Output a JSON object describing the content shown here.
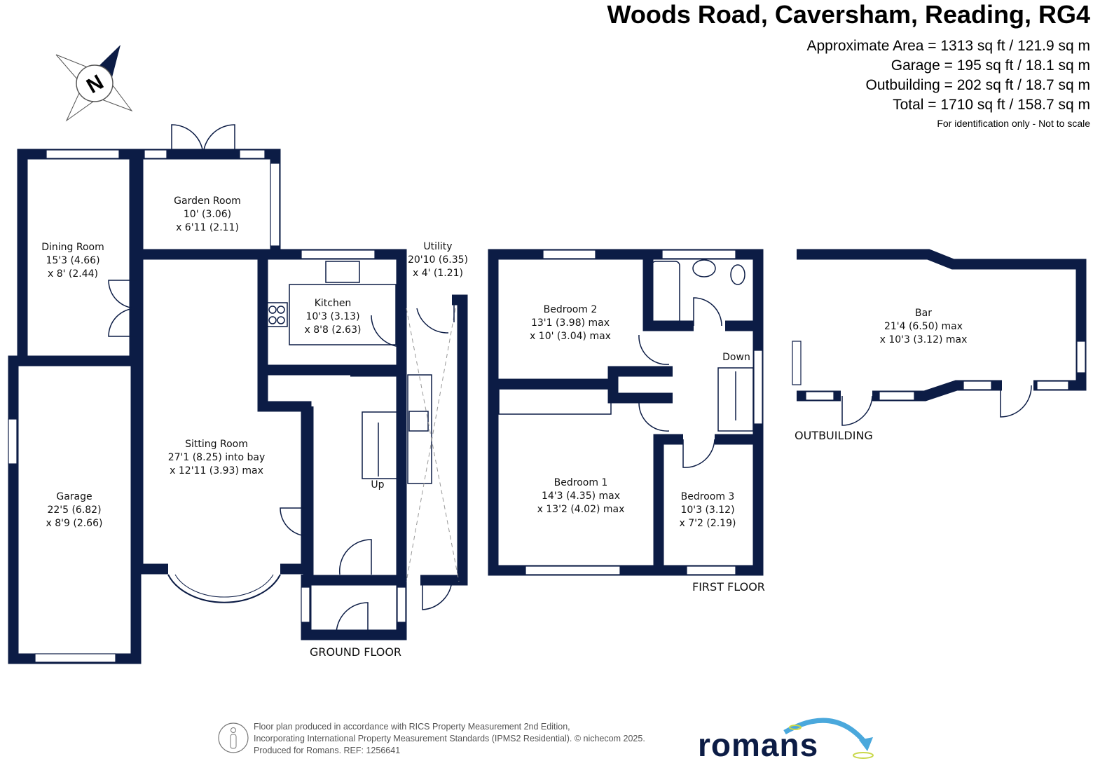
{
  "header": {
    "title": "Woods Road, Caversham, Reading, RG4",
    "areas": [
      "Approximate Area = 1313 sq ft / 121.9 sq m",
      "Garage = 195 sq ft / 18.1 sq m",
      "Outbuilding = 202 sq ft / 18.7 sq m",
      "Total = 1710 sq ft / 158.7 sq m"
    ],
    "note": "For identification only - Not to scale"
  },
  "compass": {
    "label": "N"
  },
  "colors": {
    "wall": "#0c1c45",
    "logo_arrow": "#4aa8dc"
  },
  "ground_floor": {
    "label": "GROUND FLOOR",
    "rooms": {
      "garden_room": [
        "Garden Room",
        "10' (3.06)",
        "x 6'11 (2.11)"
      ],
      "dining_room": [
        "Dining Room",
        "15'3 (4.66)",
        "x 8' (2.44)"
      ],
      "kitchen": [
        "Kitchen",
        "10'3 (3.13)",
        "x 8'8 (2.63)"
      ],
      "utility": [
        "Utility",
        "20'10 (6.35)",
        "x 4' (1.21)"
      ],
      "sitting_room": [
        "Sitting Room",
        "27'1 (8.25) into bay",
        "x 12'11 (3.93) max"
      ],
      "garage": [
        "Garage",
        "22'5 (6.82)",
        "x 8'9 (2.66)"
      ]
    },
    "stairs_label": "Up"
  },
  "first_floor": {
    "label": "FIRST FLOOR",
    "rooms": {
      "bedroom_2": [
        "Bedroom 2",
        "13'1 (3.98) max",
        "x 10' (3.04) max"
      ],
      "bedroom_1": [
        "Bedroom 1",
        "14'3 (4.35) max",
        "x 13'2 (4.02) max"
      ],
      "bedroom_3": [
        "Bedroom 3",
        "10'3 (3.12)",
        "x 7'2 (2.19)"
      ]
    },
    "stairs_label": "Down"
  },
  "outbuilding": {
    "label": "OUTBUILDING",
    "rooms": {
      "bar": [
        "Bar",
        "21'4 (6.50) max",
        "x 10'3 (3.12) max"
      ]
    }
  },
  "footer": {
    "lines": [
      "Floor plan produced in accordance with RICS Property Measurement 2nd Edition,",
      "Incorporating International Property Measurement Standards (IPMS2 Residential).   © nichecom 2025.",
      "Produced for Romans.    REF: 1256641"
    ],
    "logo": "romans"
  }
}
